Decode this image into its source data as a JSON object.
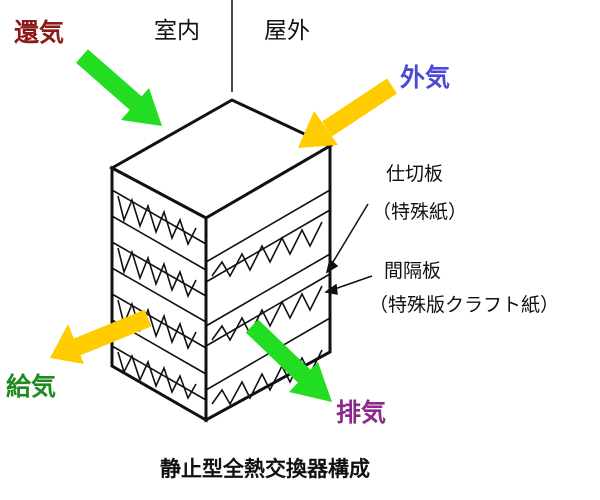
{
  "labels": {
    "return_air": "還気",
    "outside_air": "外気",
    "supply_air": "給気",
    "exhaust_air": "排気",
    "indoor": "室内",
    "outdoor": "屋外",
    "partition_plate": "仕切板",
    "partition_material": "（特殊紙）",
    "spacer_plate": "間隔板",
    "spacer_material": "（特殊版クラフト紙）"
  },
  "caption": "静止型全熱交換器構成",
  "colors": {
    "green_arrow": "#22dd22",
    "yellow_arrow": "#ffcc00",
    "return_air_text": "#8b1a1a",
    "outside_air_text": "#4a4ad6",
    "supply_air_text": "#1f8a1f",
    "exhaust_air_text": "#8b2a8b",
    "line": "#111111"
  }
}
